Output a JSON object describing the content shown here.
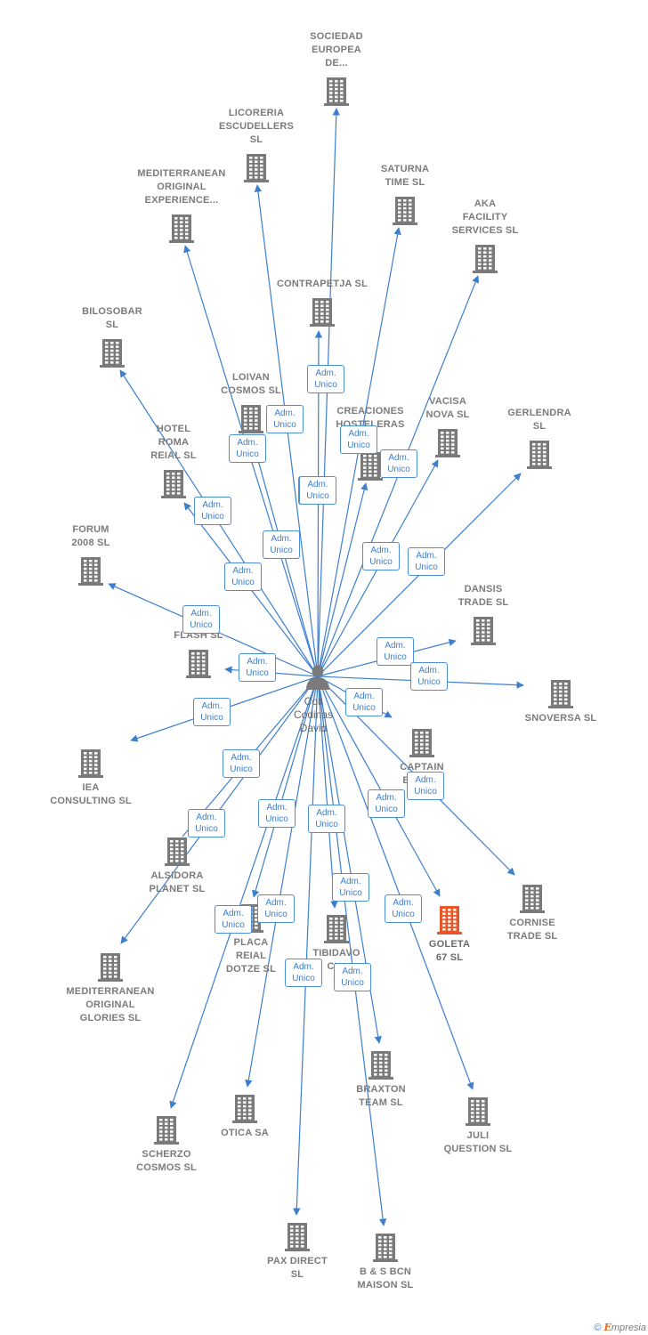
{
  "center": {
    "name": "Coll\nCodinas\nDavid",
    "icon": "person-icon"
  },
  "badge_text": "Adm.\nUnico",
  "colors": {
    "edge": "#3d7fcf",
    "building": "#7a7a7a",
    "highlight": "#e8572a"
  },
  "companies": [
    {
      "id": "sociedad-europea",
      "name": "SOCIEDAD\nEUROPEA\nDE...",
      "highlight": false
    },
    {
      "id": "licoreria-escudellers",
      "name": "LICORERIA\nESCUDELLERS\nSL",
      "highlight": false
    },
    {
      "id": "mediterranean-original-experience",
      "name": "MEDITERRANEAN\nORIGINAL\nEXPERIENCE...",
      "highlight": false
    },
    {
      "id": "saturna-time",
      "name": "SATURNA\nTIME SL",
      "highlight": false
    },
    {
      "id": "aka-facility",
      "name": "AKA\nFACILITY\nSERVICES SL",
      "highlight": false
    },
    {
      "id": "contrapetja",
      "name": "CONTRAPETJA SL",
      "highlight": false
    },
    {
      "id": "bilosobar",
      "name": "BILOSOBAR\nSL",
      "highlight": false
    },
    {
      "id": "loivan-cosmos",
      "name": "LOIVAN\nCOSMOS SL",
      "highlight": false
    },
    {
      "id": "creaciones-hosteleras",
      "name": "CREACIONES\nHOSTELERAS\nSL",
      "highlight": false
    },
    {
      "id": "vacisa-nova",
      "name": "VACISA\nNOVA SL",
      "highlight": false
    },
    {
      "id": "gerlendra",
      "name": "GERLENDRA\nSL",
      "highlight": false
    },
    {
      "id": "hotel-roma-reial",
      "name": "HOTEL\nROMA\nREIAL SL",
      "highlight": false
    },
    {
      "id": "forum-2008",
      "name": "FORUM\n2008 SL",
      "highlight": false
    },
    {
      "id": "dansis-trade",
      "name": "DANSIS\nTRADE SL",
      "highlight": false
    },
    {
      "id": "uni-flash",
      "name": "UNI\nFLASH SL",
      "highlight": false
    },
    {
      "id": "snoversa",
      "name": "SNOVERSA SL",
      "highlight": false
    },
    {
      "id": "captain-en",
      "name": "CAPTAIN\nEN... SL",
      "highlight": false
    },
    {
      "id": "iea-consulting",
      "name": "IEA\nCONSULTING SL",
      "highlight": false
    },
    {
      "id": "alsidora-planet",
      "name": "ALSIDORA\nPLANET SL",
      "highlight": false
    },
    {
      "id": "cornise-trade",
      "name": "CORNISE\nTRADE SL",
      "highlight": false
    },
    {
      "id": "goleta-67",
      "name": "GOLETA\n67 SL",
      "highlight": true
    },
    {
      "id": "placa-reial-dotze",
      "name": "PLACA\nREIAL\nDOTZE SL",
      "highlight": false
    },
    {
      "id": "tibidavo",
      "name": "TIBIDAVO\nCI...",
      "highlight": false
    },
    {
      "id": "mediterranean-original-glories",
      "name": "MEDITERRANEAN\nORIGINAL\nGLORIES SL",
      "highlight": false
    },
    {
      "id": "braxton-team",
      "name": "BRAXTON\nTEAM SL",
      "highlight": false
    },
    {
      "id": "juli-question",
      "name": "JULI\nQUESTION SL",
      "highlight": false
    },
    {
      "id": "otica",
      "name": "OTICA SA",
      "highlight": false
    },
    {
      "id": "scherzo-cosmos",
      "name": "SCHERZO\nCOSMOS SL",
      "highlight": false
    },
    {
      "id": "pax-direct",
      "name": "PAX DIRECT\nSL",
      "highlight": false
    },
    {
      "id": "bs-bcn-maison",
      "name": "B & S BCN\nMAISON SL",
      "highlight": false
    }
  ],
  "footer": {
    "copyright": "©",
    "brand_initial": "E",
    "brand_rest": "mpresia"
  }
}
